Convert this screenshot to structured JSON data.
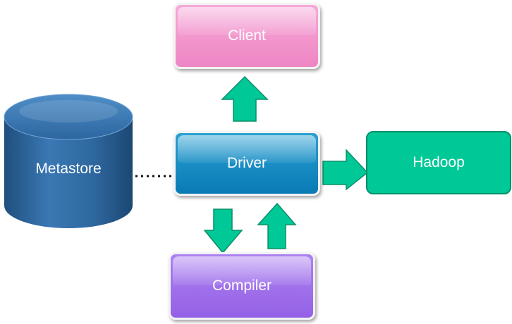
{
  "nodes": {
    "client": "Client",
    "driver": "Driver",
    "hadoop": "Hadoop",
    "compiler": "Compiler",
    "metastore": "Metastore"
  },
  "colors": {
    "client": "#f29ad0",
    "driver": "#1a8fc6",
    "hadoop": "#00c896",
    "compiler": "#a072ec",
    "metastore": "#2f6aa0",
    "arrow": "#00c896"
  }
}
